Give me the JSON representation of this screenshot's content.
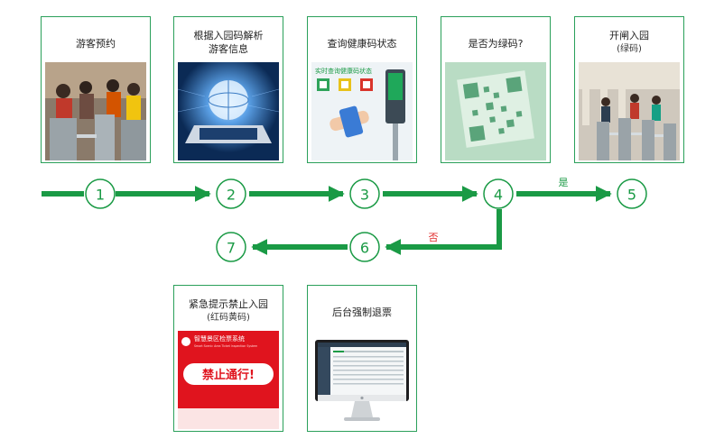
{
  "cards": [
    {
      "id": "c1",
      "title": "游客预约",
      "subtitle": "",
      "photo": "turnstile-photo"
    },
    {
      "id": "c2",
      "title": "根据入园码解析",
      "subtitle": "游客信息",
      "photo": "laptop-globe-photo"
    },
    {
      "id": "c3",
      "title": "查询健康码状态",
      "subtitle": "",
      "photo": "health-code-scanner-photo",
      "overlay_text": "实时查询健康码状态"
    },
    {
      "id": "c4",
      "title": "是否为绿码?",
      "subtitle": "",
      "photo": "green-qr-photo"
    },
    {
      "id": "c5",
      "title": "开闸入园",
      "subtitle": "(绿码)",
      "photo": "gate-entry-photo"
    },
    {
      "id": "c7",
      "title": "紧急提示禁止入园",
      "subtitle": "(红码黄码)",
      "photo": "red-alert-screen",
      "system_name": "智慧景区检票系统",
      "system_subtitle": "Smart Scenic Area Ticket Inspection System",
      "alert": "禁止通行!"
    },
    {
      "id": "c6",
      "title": "后台强制退票",
      "subtitle": "",
      "photo": "monitor-dashboard"
    }
  ],
  "steps": [
    "1",
    "2",
    "3",
    "4",
    "5",
    "6",
    "7"
  ],
  "decision": {
    "yes": "是",
    "no": "否"
  },
  "colors": {
    "green": "#1a9a45",
    "border": "#2aa05a",
    "red": "#e02a2a"
  }
}
